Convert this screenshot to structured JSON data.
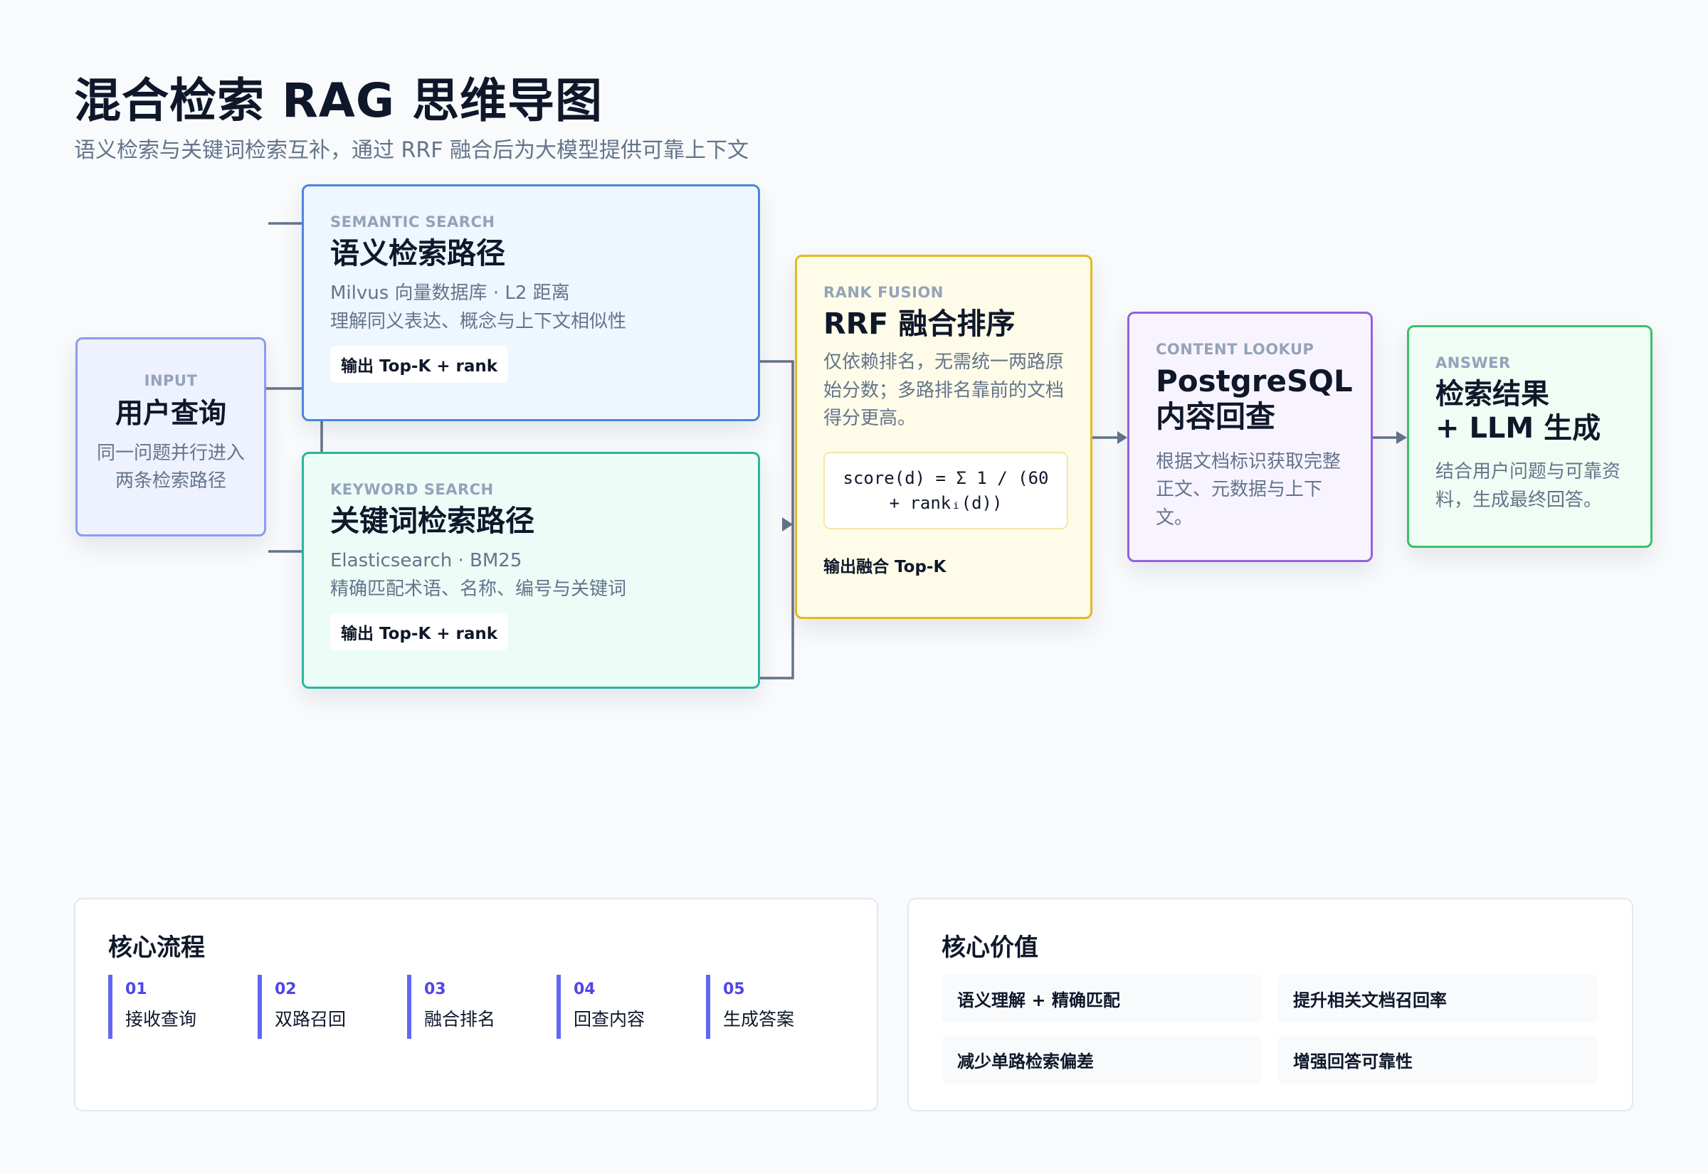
{
  "header": {
    "title": "混合检索 RAG 思维导图",
    "subtitle": "语义检索与关键词检索互补，通过 RRF 融合后为大模型提供可靠上下文"
  },
  "nodes": {
    "input": {
      "tag": "INPUT",
      "title": "用户查询",
      "desc": "同一问题并行进入两条检索路径"
    },
    "semantic": {
      "tag": "SEMANTIC SEARCH",
      "title": "语义检索路径",
      "desc_lines": [
        "Milvus 向量数据库 · L2 距离",
        "理解同义表达、概念与上下文相似性"
      ],
      "chip": "输出 Top-K + rank"
    },
    "keyword": {
      "tag": "KEYWORD SEARCH",
      "title": "关键词检索路径",
      "desc_lines": [
        "Elasticsearch · BM25",
        "精确匹配术语、名称、编号与关键词"
      ],
      "chip": "输出 Top-K + rank"
    },
    "rrf": {
      "tag": "RANK FUSION",
      "title": "RRF 融合排序",
      "desc": "仅依赖排名，无需统一两路原始分数；多路排名靠前的文档得分更高。",
      "formula": "score(d) = Σ 1 / (60\n+ rankᵢ(d))",
      "chip": "输出融合 Top-K"
    },
    "postgres": {
      "tag": "CONTENT LOOKUP",
      "title_line1": "PostgreSQL",
      "title_line2": "内容回查",
      "desc": "根据文档标识获取完整正文、元数据与上下文。"
    },
    "answer": {
      "tag": "ANSWER",
      "title_line1": "检索结果",
      "title_line2": "+ LLM 生成",
      "desc": "结合用户问题与可靠资料，生成最终回答。"
    }
  },
  "core_flow": {
    "title": "核心流程",
    "steps": [
      {
        "num": "01",
        "label": "接收查询"
      },
      {
        "num": "02",
        "label": "双路召回"
      },
      {
        "num": "03",
        "label": "融合排名"
      },
      {
        "num": "04",
        "label": "回查内容"
      },
      {
        "num": "05",
        "label": "生成答案"
      }
    ]
  },
  "core_value": {
    "title": "核心价值",
    "items": [
      "语义理解 + 精确匹配",
      "提升相关文档召回率",
      "减少单路检索偏差",
      "增强回答可靠性"
    ]
  },
  "colors": {
    "input_border": "#8b9cf0",
    "semantic_border": "#4a86dc",
    "keyword_border": "#2bb5a0",
    "rrf_border": "#e5b820",
    "postgres_border": "#9560e0",
    "answer_border": "#3cbf6a",
    "connector": "#64748b",
    "step_accent": "#6366f1"
  }
}
